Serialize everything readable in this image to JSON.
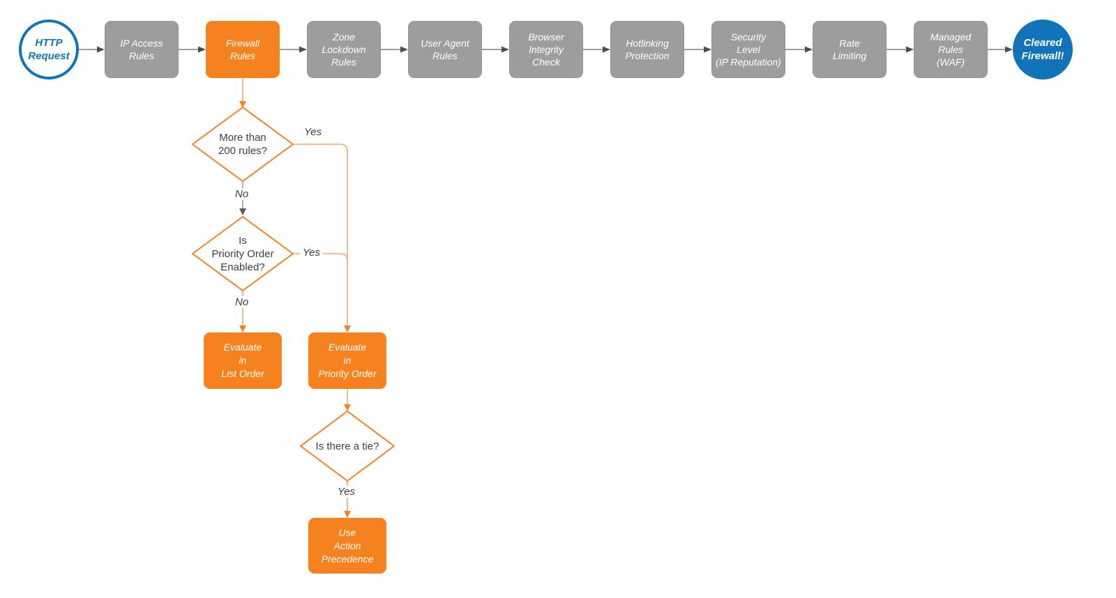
{
  "nodes": {
    "http_request": "HTTP\nRequest",
    "ip_access_rules": "IP Access\nRules",
    "firewall_rules": "Firewall\nRules",
    "zone_lockdown": "Zone\nLockdown\nRules",
    "user_agent": "User Agent\nRules",
    "browser_integrity": "Browser\nIntegrity\nCheck",
    "hotlinking": "Hotlinking\nProtection",
    "security_level": "Security\nLevel\n(IP Reputation)",
    "rate_limiting": "Rate\nLimiting",
    "managed_rules": "Managed\nRules\n(WAF)",
    "cleared_firewall": "Cleared\nFirewall!"
  },
  "decisions": {
    "more_than_200": "More than\n200 rules?",
    "priority_enabled": "Is\nPriority Order\nEnabled?",
    "tie": "Is there a tie?"
  },
  "actions": {
    "list_order": "Evaluate\nin\nList Order",
    "priority_order": "Evaluate\nin\nPriority Order",
    "action_precedence": "Use\nAction\nPrecedence"
  },
  "edge_labels": {
    "yes1": "Yes",
    "no1": "No",
    "yes2": "Yes",
    "no2": "No",
    "yes3": "Yes"
  },
  "colors": {
    "accent_orange": "#f6821f",
    "connector_orange": "#f5a86e",
    "stage_gray": "#9d9d9d",
    "arrow_dark_gray": "#4d4d4d",
    "brand_blue": "#1274b8",
    "text_dark": "#3d3d3d"
  }
}
